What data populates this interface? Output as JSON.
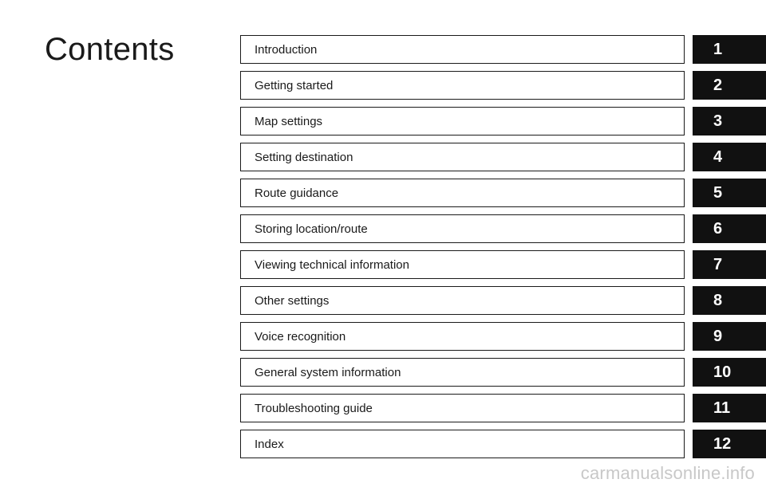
{
  "page": {
    "title": "Contents"
  },
  "toc": [
    {
      "label": "Introduction",
      "chapter": "1"
    },
    {
      "label": "Getting started",
      "chapter": "2"
    },
    {
      "label": "Map settings",
      "chapter": "3"
    },
    {
      "label": "Setting destination",
      "chapter": "4"
    },
    {
      "label": "Route guidance",
      "chapter": "5"
    },
    {
      "label": "Storing location/route",
      "chapter": "6"
    },
    {
      "label": "Viewing technical information",
      "chapter": "7"
    },
    {
      "label": "Other settings",
      "chapter": "8"
    },
    {
      "label": "Voice recognition",
      "chapter": "9"
    },
    {
      "label": "General system information",
      "chapter": "10"
    },
    {
      "label": "Troubleshooting guide",
      "chapter": "11"
    },
    {
      "label": "Index",
      "chapter": "12"
    }
  ],
  "watermark": "carmanualsonline.info",
  "colors": {
    "tab_background": "#111111",
    "tab_text": "#ffffff",
    "border": "#1a1a1a",
    "watermark": "#c8c8c8"
  }
}
